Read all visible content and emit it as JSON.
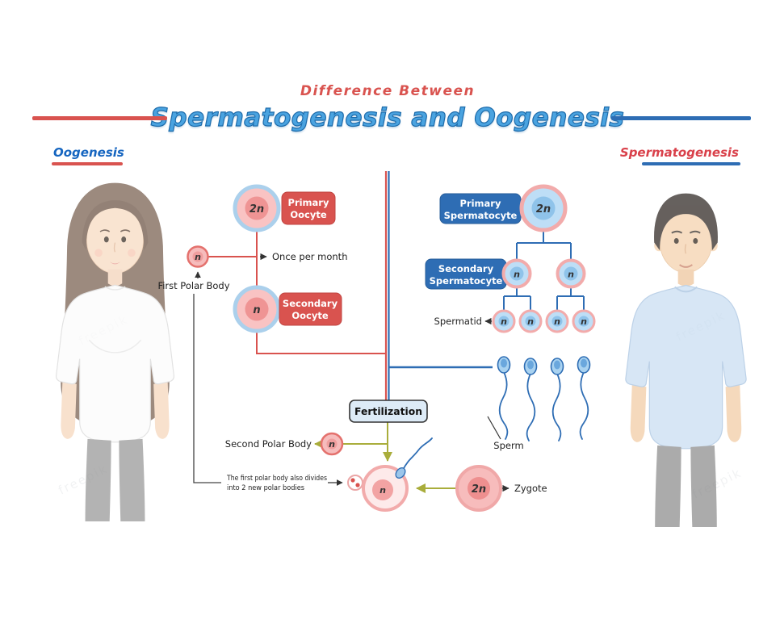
{
  "header": {
    "subtitle": "Difference Between",
    "title": "Spermatogenesis and Oogenesis"
  },
  "side_labels": {
    "oogenesis": "Oogenesis",
    "spermatogenesis": "Spermatogenesis"
  },
  "oogenesis": {
    "primary_oocyte_line1": "Primary",
    "primary_oocyte_line2": "Oocyte",
    "primary_oocyte_ploidy": "2n",
    "once_per_month": "Once per month",
    "first_polar_body_label": "First Polar Body",
    "first_polar_body_ploidy": "n",
    "secondary_oocyte_line1": "Secondary",
    "secondary_oocyte_line2": "Oocyte",
    "secondary_oocyte_ploidy": "n",
    "second_polar_body_label": "Second Polar Body",
    "second_polar_body_ploidy": "n",
    "note_line1": "The first polar body also divides",
    "note_line2": "into 2 new polar bodies",
    "fertilized_egg_ploidy": "n",
    "zygote_label": "Zygote",
    "zygote_ploidy": "2n"
  },
  "spermatogenesis": {
    "primary_line1": "Primary",
    "primary_line2": "Spermatocyte",
    "primary_ploidy": "2n",
    "secondary_line1": "Secondary",
    "secondary_line2": "Spermatocyte",
    "secondary_ploidies": [
      "n",
      "n"
    ],
    "spermatid_label": "Spermatid",
    "spermatid_ploidies": [
      "n",
      "n",
      "n",
      "n"
    ],
    "sperm_label": "Sperm"
  },
  "fertilization_label": "Fertilization",
  "watermark": "freepik",
  "colors": {
    "red": "#d9534f",
    "blue": "#2e6db4",
    "light_blue": "#bedef6",
    "pink": "#f9c3c3",
    "olive": "#a9ad3b"
  }
}
